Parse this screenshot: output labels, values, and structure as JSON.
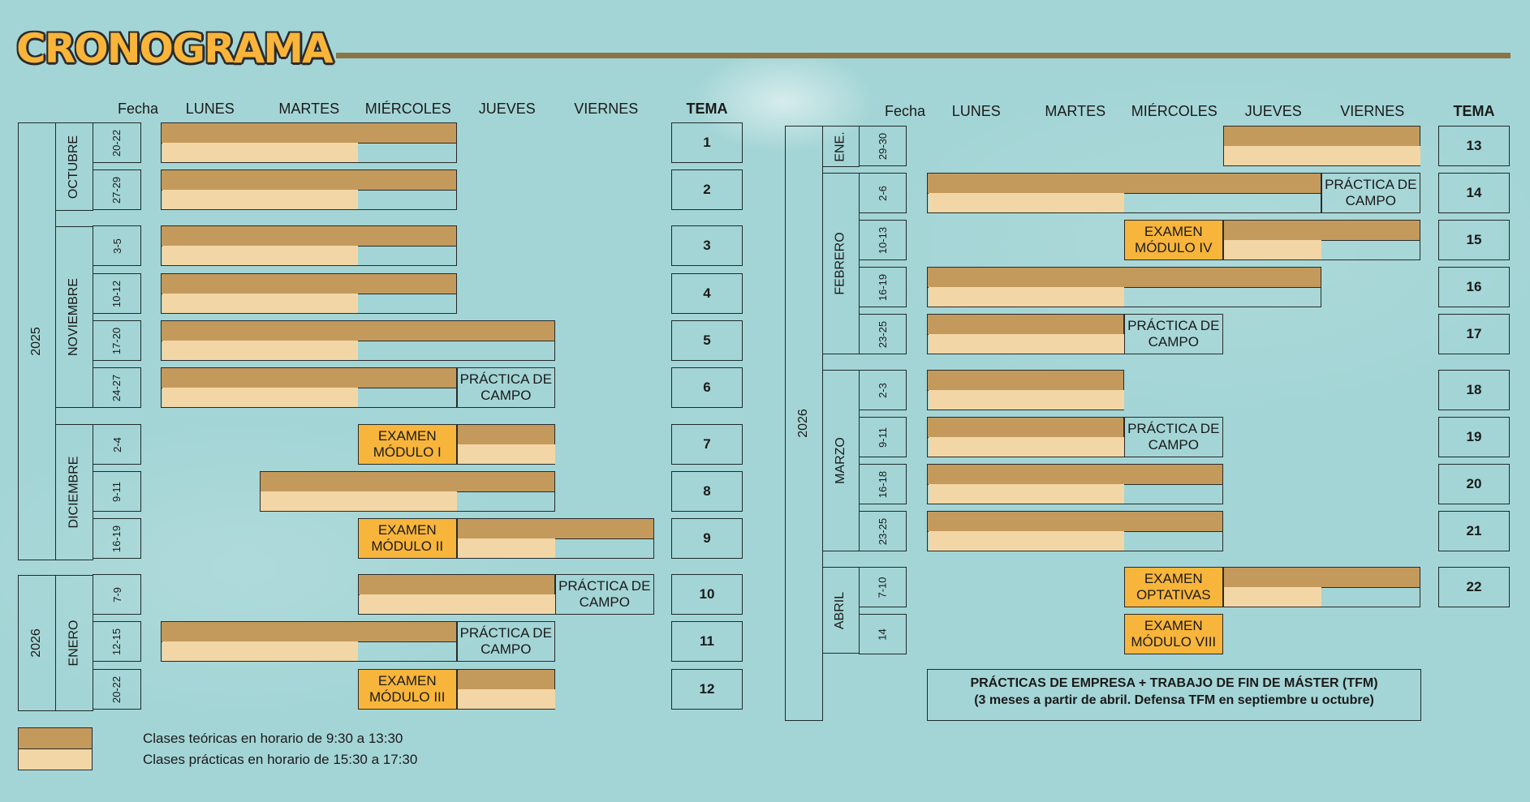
{
  "title": "CRONOGRAMA",
  "headers": {
    "fecha": "Fecha",
    "days": [
      "LUNES",
      "MARTES",
      "MIÉRCOLES",
      "JUEVES",
      "VIERNES"
    ],
    "tema": "TEMA"
  },
  "left": {
    "years": [
      "2025",
      "2026"
    ],
    "months": [
      "OCTUBRE",
      "NOVIEMBRE",
      "DICIEMBRE",
      "ENERO"
    ],
    "weeks": [
      {
        "date": "20-22",
        "tema": "1",
        "start": 0,
        "end": 3,
        "light": 2
      },
      {
        "date": "27-29",
        "tema": "2",
        "start": 0,
        "end": 3,
        "light": 2
      },
      {
        "date": "3-5",
        "tema": "3",
        "start": 0,
        "end": 3,
        "light": 2
      },
      {
        "date": "10-12",
        "tema": "4",
        "start": 0,
        "end": 3,
        "light": 2
      },
      {
        "date": "17-20",
        "tema": "5",
        "start": 0,
        "end": 4,
        "light": 2
      },
      {
        "date": "24-27",
        "tema": "6",
        "start": 0,
        "end": 3,
        "light": 2,
        "practica": "PRÁCTICA DE CAMPO"
      },
      {
        "date": "2-4",
        "tema": "7",
        "start": 2,
        "end": 4,
        "light": 4,
        "exam": "EXAMEN MÓDULO I"
      },
      {
        "date": "9-11",
        "tema": "8",
        "start": 1,
        "end": 4,
        "light": 3
      },
      {
        "date": "16-19",
        "tema": "9",
        "start": 2,
        "end": 5,
        "light": 4,
        "exam": "EXAMEN MÓDULO II"
      },
      {
        "date": "7-9",
        "tema": "10",
        "start": 2,
        "end": 4,
        "light": 4,
        "practica": "PRÁCTICA DE CAMPO"
      },
      {
        "date": "12-15",
        "tema": "11",
        "start": 0,
        "end": 3,
        "light": 2,
        "practica": "PRÁCTICA DE CAMPO"
      },
      {
        "date": "20-22",
        "tema": "12",
        "start": 2,
        "end": 4,
        "light": 4,
        "exam": "EXAMEN MÓDULO III"
      }
    ]
  },
  "right": {
    "years": [
      "2026"
    ],
    "months": [
      "ENE.",
      "FEBRERO",
      "MARZO",
      "ABRIL"
    ],
    "weeks": [
      {
        "date": "29-30",
        "tema": "13",
        "start": 3,
        "end": 5,
        "light": 5
      },
      {
        "date": "2-6",
        "tema": "14",
        "start": 0,
        "end": 4,
        "light": 2,
        "practica": "PRÁCTICA DE CAMPO"
      },
      {
        "date": "10-13",
        "tema": "15",
        "start": 2,
        "end": 5,
        "light": 4,
        "exam": "EXAMEN MÓDULO IV"
      },
      {
        "date": "16-19",
        "tema": "16",
        "start": 0,
        "end": 4,
        "light": 2
      },
      {
        "date": "23-25",
        "tema": "17",
        "start": 0,
        "end": 2,
        "light": 2,
        "practica": "PRÁCTICA DE CAMPO"
      },
      {
        "date": "2-3",
        "tema": "18",
        "start": 0,
        "end": 2,
        "light": 2
      },
      {
        "date": "9-11",
        "tema": "19",
        "start": 0,
        "end": 2,
        "light": 2,
        "practica": "PRÁCTICA DE CAMPO"
      },
      {
        "date": "16-18",
        "tema": "20",
        "start": 0,
        "end": 3,
        "light": 2
      },
      {
        "date": "23-25",
        "tema": "21",
        "start": 0,
        "end": 3,
        "light": 2
      },
      {
        "date": "7-10",
        "tema": "22",
        "start": 2,
        "end": 5,
        "light": 4,
        "exam": "EXAMEN OPTATIVAS"
      },
      {
        "date": "14",
        "exam_only": "EXAMEN MÓDULO VIII"
      }
    ],
    "tfm_line1": "PRÁCTICAS DE EMPRESA + TRABAJO DE FIN DE MÁSTER (TFM)",
    "tfm_line2": "(3 meses a partir de abril. Defensa TFM en septiembre u octubre)"
  },
  "legend": {
    "theory": "Clases teóricas en horario de 9:30 a 13:30",
    "practice": "Clases prácticas en horario de 15:30 a 17:30"
  },
  "colors": {
    "background": "#a4d5d6",
    "theory": "#c49a5c",
    "practice": "#f2d6a6",
    "exam": "#f8b53b",
    "title": "#f9b43a",
    "rule": "#8b7547"
  }
}
